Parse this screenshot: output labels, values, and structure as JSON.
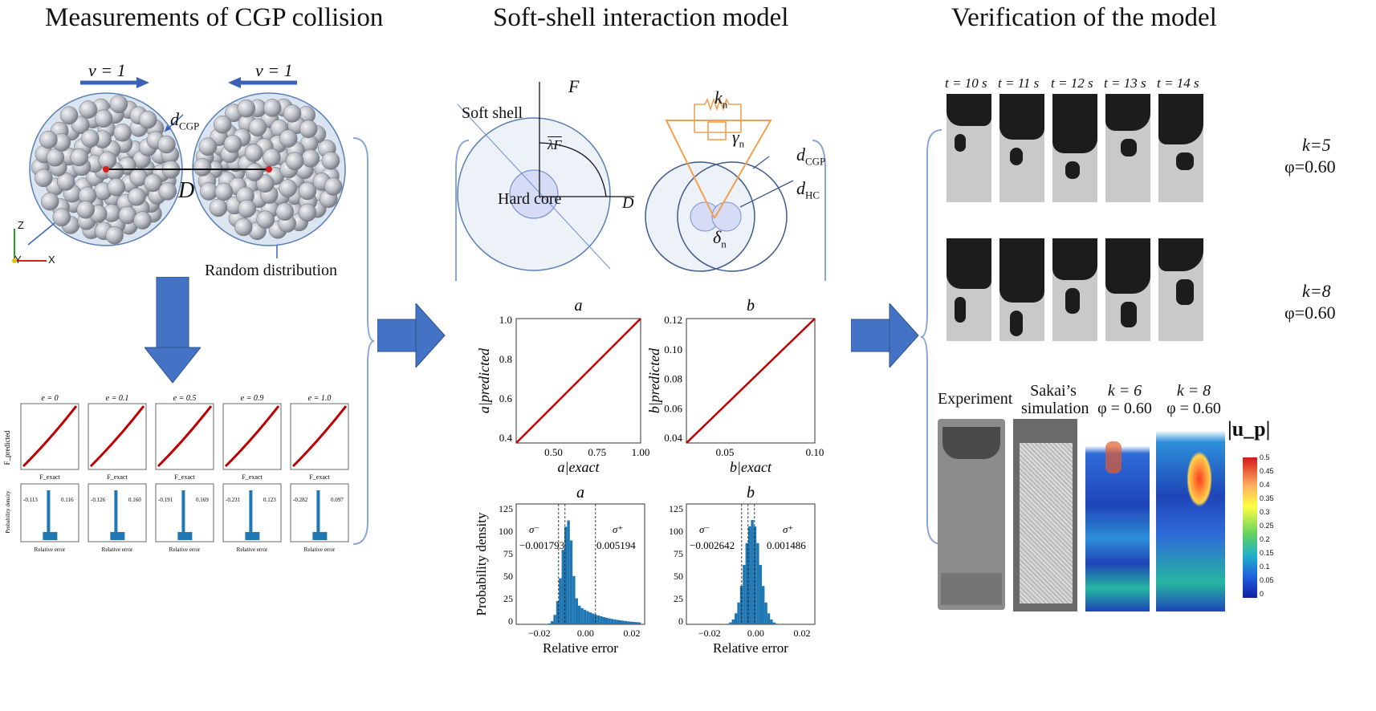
{
  "titles": {
    "left": "Measurements of CGP collision",
    "middle": "Soft-shell interaction model",
    "right": "Verification of the model"
  },
  "collision": {
    "velocity_left": "v = 1",
    "velocity_right": "v = 1",
    "d_cgp": "d",
    "d_cgp_sub": "CGP",
    "distance": "D",
    "random_distribution": "Random distribution",
    "axis_z": "Z",
    "axis_y": "Y",
    "axis_x": "X"
  },
  "small_plots": {
    "panels": [
      {
        "title": "e = 0",
        "sigma_minus": "-0.113",
        "sigma_plus": "0.116"
      },
      {
        "title": "e = 0.1",
        "sigma_minus": "-0.126",
        "sigma_plus": "0.160"
      },
      {
        "title": "e = 0.5",
        "sigma_minus": "-0.191",
        "sigma_plus": "0.169"
      },
      {
        "title": "e = 0.9",
        "sigma_minus": "-0.231",
        "sigma_plus": "0.123"
      },
      {
        "title": "e = 1.0",
        "sigma_minus": "-0.282",
        "sigma_plus": "0.097"
      }
    ],
    "ylabel_top": "F_predicted",
    "xlabel_top": "F_exact",
    "ylabel_bottom": "Probability density",
    "xlabel_bottom": "Relative error"
  },
  "model": {
    "soft_shell": "Soft shell",
    "hard_core": "Hard core",
    "force": "F",
    "distance": "D",
    "lambda_f": "λF",
    "kn": "k",
    "kn_sub": "n",
    "gamma": "γ",
    "gamma_sub": "n",
    "d_cgp": "d",
    "d_cgp_sub": "CGP",
    "d_hc": "d",
    "d_hc_sub": "HC",
    "delta": "δ",
    "delta_sub": "n"
  },
  "scatter_plots": [
    {
      "title": "a",
      "xlabel": "a|exact",
      "ylabel": "a|predicted",
      "xticks": [
        "0.50",
        "0.75",
        "1.00"
      ],
      "yticks": [
        "1.0",
        "0.8",
        "0.6",
        "0.4"
      ]
    },
    {
      "title": "b",
      "xlabel": "b|exact",
      "ylabel": "b|predicted",
      "xticks": [
        "0.05",
        "0.10"
      ],
      "yticks": [
        "0.12",
        "0.10",
        "0.08",
        "0.06",
        "0.04"
      ]
    }
  ],
  "histograms": [
    {
      "title": "a",
      "sigma_minus_label": "σ⁻",
      "sigma_plus_label": "σ⁺",
      "sigma_minus": "−0.001793",
      "sigma_plus": "0.005194"
    },
    {
      "title": "b",
      "sigma_minus_label": "σ⁻",
      "sigma_plus_label": "σ⁺",
      "sigma_minus": "−0.002642",
      "sigma_plus": "0.001486"
    }
  ],
  "hist_axis": {
    "ylabel": "Probability density",
    "xlabel": "Relative error",
    "yticks": [
      "125",
      "100",
      "75",
      "50",
      "25",
      "0"
    ],
    "xticks": [
      "−0.02",
      "0.00",
      "0.02"
    ]
  },
  "verification": {
    "times": [
      "t = 10 s",
      "t = 11 s",
      "t = 12 s",
      "t = 13 s",
      "t = 14 s"
    ],
    "row1_k": "k=5",
    "row1_phi": "φ=0.60",
    "row2_k": "k=8",
    "row2_phi": "φ=0.60",
    "col_experiment": "Experiment",
    "col_sakai_1": "Sakai’s",
    "col_sakai_2": "simulation",
    "col_k6": "k = 6",
    "col_k6_phi": "φ = 0.60",
    "col_k8": "k = 8",
    "col_k8_phi": "φ = 0.60",
    "colorbar_label": "|u_p|",
    "colorbar_ticks": [
      "0.5",
      "0.45",
      "0.4",
      "0.35",
      "0.3",
      "0.25",
      "0.2",
      "0.15",
      "0.1",
      "0.05",
      "0"
    ]
  },
  "colors": {
    "arrow_blue": "#4472c4",
    "sphere_fill": "#dbe5f1",
    "line_red": "#c00000",
    "hist_blue": "#1f77b4",
    "orange": "#f0a050"
  }
}
